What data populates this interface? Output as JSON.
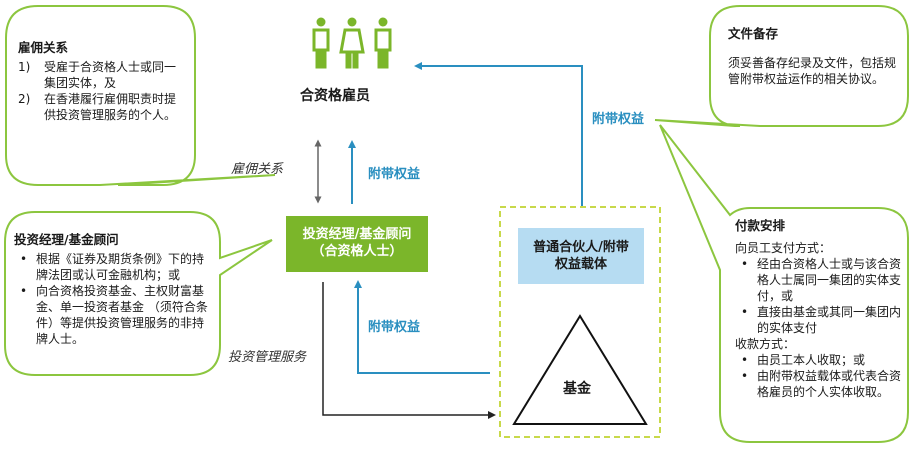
{
  "top_entity": {
    "label": "合资格雇员"
  },
  "manager_box": {
    "line1": "投资经理/基金顾问",
    "line2": "（合资格人士）"
  },
  "gp_box": {
    "line1": "普通合伙人/附带",
    "line2": "权益载体"
  },
  "fund": {
    "label": "基金"
  },
  "edge_labels": {
    "employment": "雇佣关系",
    "carried_up": "附带权益",
    "carried_mid": "附带权益",
    "carried_top": "附带权益",
    "mgmt_services": "投资管理服务"
  },
  "callouts": {
    "employment": {
      "title": "雇佣关系",
      "items": [
        {
          "num": "1)",
          "text": "受雇于合资格人士或同一集团实体，及"
        },
        {
          "num": "2)",
          "text": "在香港履行雇佣职责时提供投资管理服务的个人。"
        }
      ]
    },
    "manager": {
      "title": "投资经理/基金顾问",
      "items": [
        "根据《证券及期货条例》下的持牌法团或认可金融机构；或",
        "向合资格投资基金、主权财富基金、单一投资者基金 （须符合条件）等提供投资管理服务的非持牌人士。"
      ]
    },
    "records": {
      "title": "文件备存",
      "body": "须妥善备存纪录及文件，包括规管附带权益运作的相关协议。"
    },
    "payment": {
      "title": "付款安排",
      "pay_heading": "向员工支付方式：",
      "pay_items": [
        "经由合资格人士或与该合资格人士属同一集团的实体支付，或",
        "直接由基金或其同一集团内的实体支付"
      ],
      "recv_heading": "收款方式：",
      "recv_items": [
        "由员工本人收取；或",
        "由附带权益载体或代表合资格雇员的个人实体收取。"
      ]
    }
  },
  "colors": {
    "green": "#7bb62a",
    "green_dark": "#5f9a1c",
    "blue_arrow": "#2a8fc0",
    "blue_box": "#b6dcf2",
    "callout_border": "#8cc63f",
    "dashed": "#c8d94a"
  },
  "icons": [
    "person-male-icon",
    "person-female-icon",
    "person-male-icon"
  ]
}
